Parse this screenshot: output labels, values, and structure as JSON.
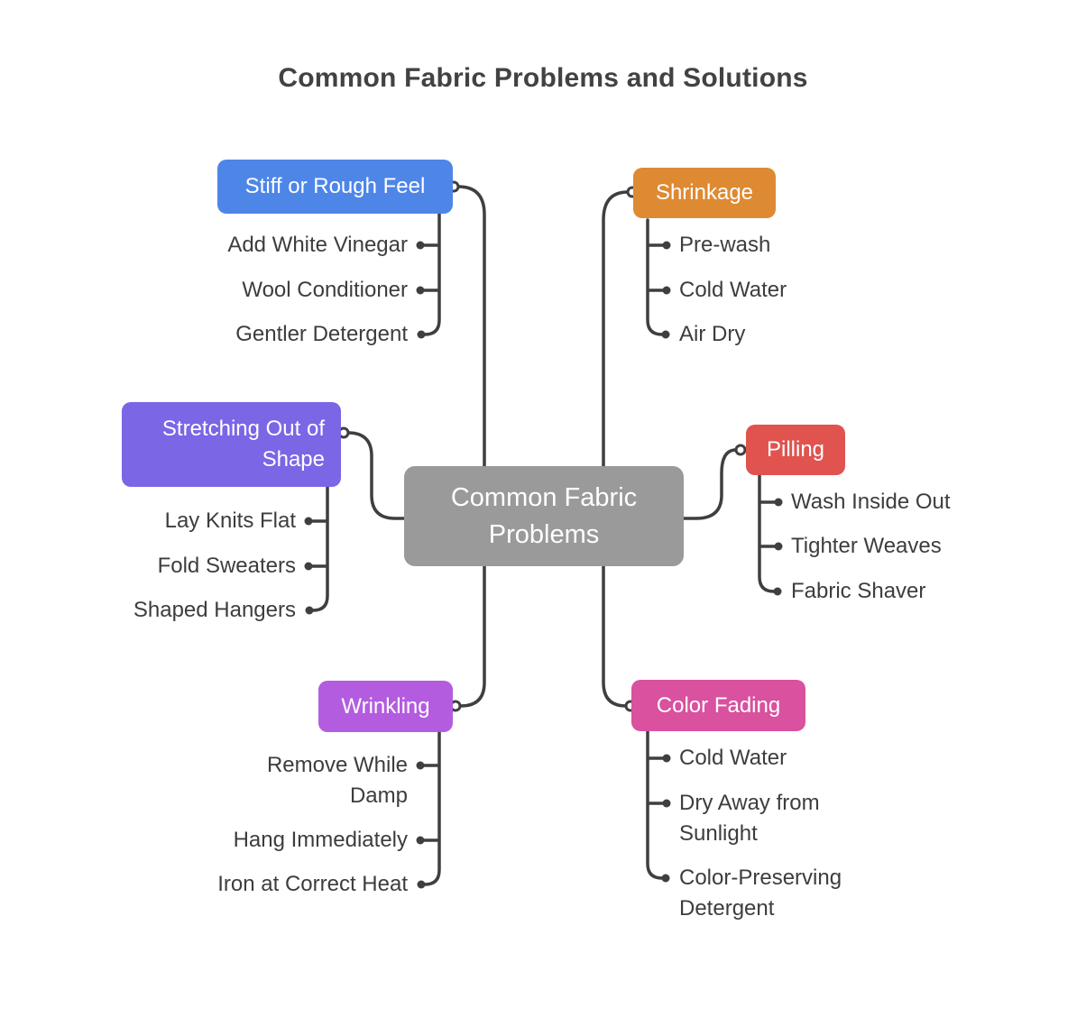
{
  "title": "Common Fabric Problems and Solutions",
  "center": {
    "label": "Common Fabric Problems",
    "color": "#9a9a9a"
  },
  "line_color": "#3f3f3f",
  "text_color": "#3d3d3d",
  "branches": [
    {
      "id": "stiff-or-rough-feel",
      "label": "Stiff or Rough Feel",
      "color": "#4e86e8",
      "side": "left",
      "children": [
        "Add White Vinegar",
        "Wool Conditioner",
        "Gentler Detergent"
      ]
    },
    {
      "id": "shrinkage",
      "label": "Shrinkage",
      "color": "#de8a33",
      "side": "right",
      "children": [
        "Pre-wash",
        "Cold Water",
        "Air Dry"
      ]
    },
    {
      "id": "stretching-out-of-shape",
      "label": "Stretching Out of Shape",
      "color": "#7b66e6",
      "side": "left",
      "children": [
        "Lay Knits Flat",
        "Fold Sweaters",
        "Shaped Hangers"
      ]
    },
    {
      "id": "pilling",
      "label": "Pilling",
      "color": "#e0534f",
      "side": "right",
      "children": [
        "Wash Inside Out",
        "Tighter Weaves",
        "Fabric Shaver"
      ]
    },
    {
      "id": "wrinkling",
      "label": "Wrinkling",
      "color": "#b35ce0",
      "side": "left",
      "children": [
        "Remove While Damp",
        "Hang Immediately",
        "Iron at Correct Heat"
      ]
    },
    {
      "id": "color-fading",
      "label": "Color Fading",
      "color": "#d9519f",
      "side": "right",
      "children": [
        "Cold Water",
        "Dry Away from Sunlight",
        "Color-Preserving Detergent"
      ]
    }
  ]
}
